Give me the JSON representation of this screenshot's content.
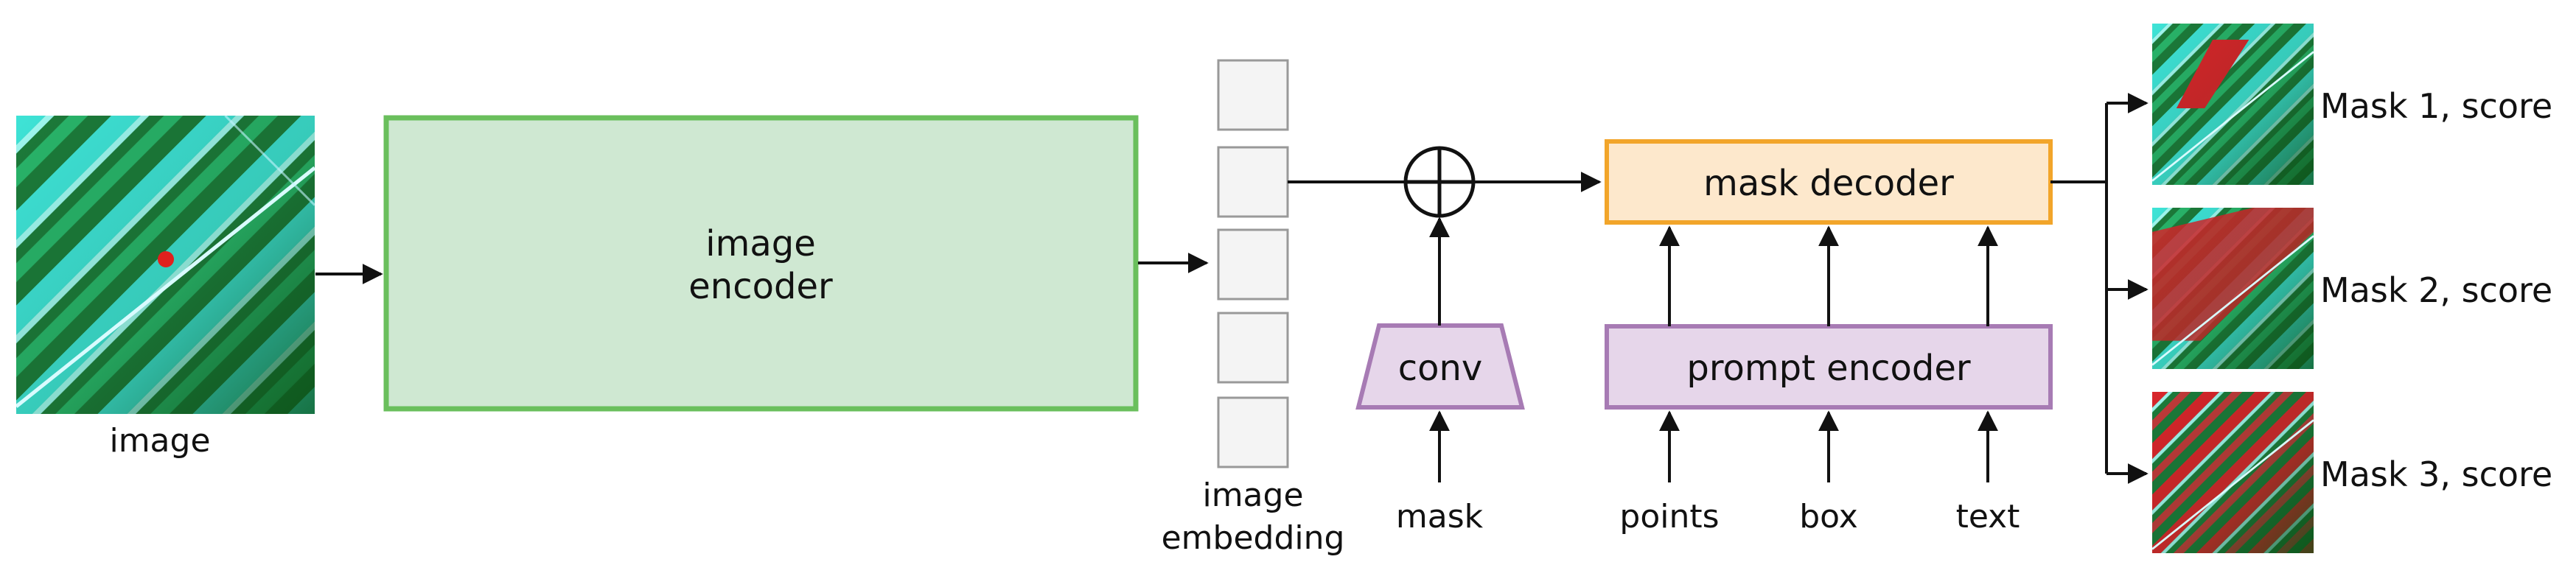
{
  "input_image": {
    "caption": "image"
  },
  "image_encoder": {
    "label_line1": "image",
    "label_line2": "encoder",
    "fill": "#cfe8d2",
    "stroke": "#6abf5c"
  },
  "embedding": {
    "label_line1": "image",
    "label_line2": "embedding",
    "cell_count": 5
  },
  "conv": {
    "label": "conv",
    "input_label": "mask",
    "fill": "#e6d6ea",
    "stroke": "#a77bb4"
  },
  "mask_decoder": {
    "label": "mask decoder",
    "fill": "#fde8cc",
    "stroke": "#f2a52a"
  },
  "prompt_encoder": {
    "label": "prompt encoder",
    "fill": "#e6d6ea",
    "stroke": "#a77bb4"
  },
  "prompts": {
    "points": "points",
    "box": "box",
    "text": "text"
  },
  "outputs": [
    {
      "label": "Mask 1, score"
    },
    {
      "label": "Mask 2, score"
    },
    {
      "label": "Mask 3, score"
    }
  ],
  "colors": {
    "sat_green": "#1f7a2c",
    "sat_cyan": "#3fe0d8",
    "mask_red": "#d8262b",
    "point_red": "#e0201e",
    "line": "#111111"
  }
}
